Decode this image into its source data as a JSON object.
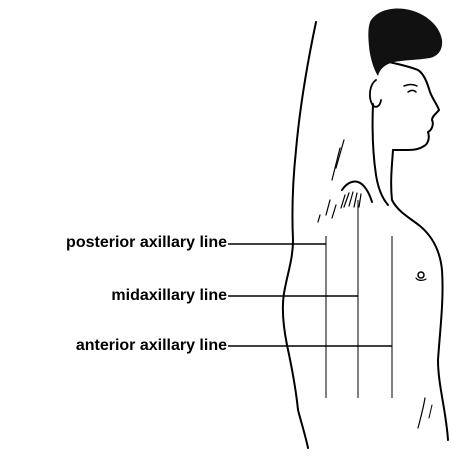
{
  "labels": {
    "posterior": "posterior axillary line",
    "midaxillary": "midaxillary line",
    "anterior": "anterior axillary line"
  },
  "colors": {
    "ink": "#000000",
    "background": "#ffffff"
  }
}
